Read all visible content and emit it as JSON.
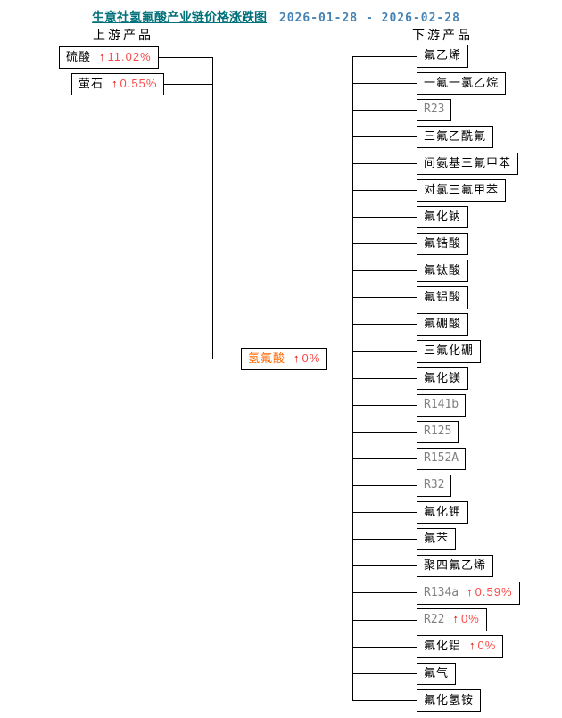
{
  "title": {
    "text": "生意社氢氟酸产业链价格涨跌图",
    "date_range": "2026-01-28 - 2026-02-28",
    "title_color": "#00707a",
    "date_color": "#4682b4"
  },
  "icons": {
    "up_arrow": "↑"
  },
  "colors": {
    "up_arrow_red": "#e00000",
    "up_value_red": "#fb4a4a",
    "gray_product": "#808080",
    "center_orange": "#ff6600",
    "line_black": "#000000"
  },
  "upstream": {
    "header": "上游产品",
    "items": [
      {
        "name": "硫酸",
        "arrow": "↑",
        "change": "11.02%"
      },
      {
        "name": "萤石",
        "arrow": "↑",
        "change": "0.55%"
      }
    ]
  },
  "center": {
    "name": "氢氟酸",
    "arrow": "↑",
    "change": "0%",
    "name_color": "#ff6600"
  },
  "downstream": {
    "header": "下游产品",
    "items": [
      {
        "name": "氟乙烯"
      },
      {
        "name": "一氟一氯乙烷"
      },
      {
        "name": "R23",
        "gray": true
      },
      {
        "name": "三氟乙酰氟"
      },
      {
        "name": "间氨基三氟甲苯"
      },
      {
        "name": "对氯三氟甲苯"
      },
      {
        "name": "氟化钠"
      },
      {
        "name": "氟锆酸"
      },
      {
        "name": "氟钛酸"
      },
      {
        "name": "氟铝酸"
      },
      {
        "name": "氟硼酸"
      },
      {
        "name": "三氟化硼"
      },
      {
        "name": "氟化镁"
      },
      {
        "name": "R141b",
        "gray": true
      },
      {
        "name": "R125",
        "gray": true
      },
      {
        "name": "R152A",
        "gray": true
      },
      {
        "name": "R32",
        "gray": true
      },
      {
        "name": "氟化钾"
      },
      {
        "name": "氟苯"
      },
      {
        "name": "聚四氟乙烯"
      },
      {
        "name": "R134a",
        "gray": true,
        "arrow": "↑",
        "change": "0.59%"
      },
      {
        "name": "R22",
        "gray": true,
        "arrow": "↑",
        "change": "0%"
      },
      {
        "name": "氟化铝",
        "arrow": "↑",
        "change": "0%"
      },
      {
        "name": "氟气"
      },
      {
        "name": "氟化氢铵"
      }
    ]
  }
}
